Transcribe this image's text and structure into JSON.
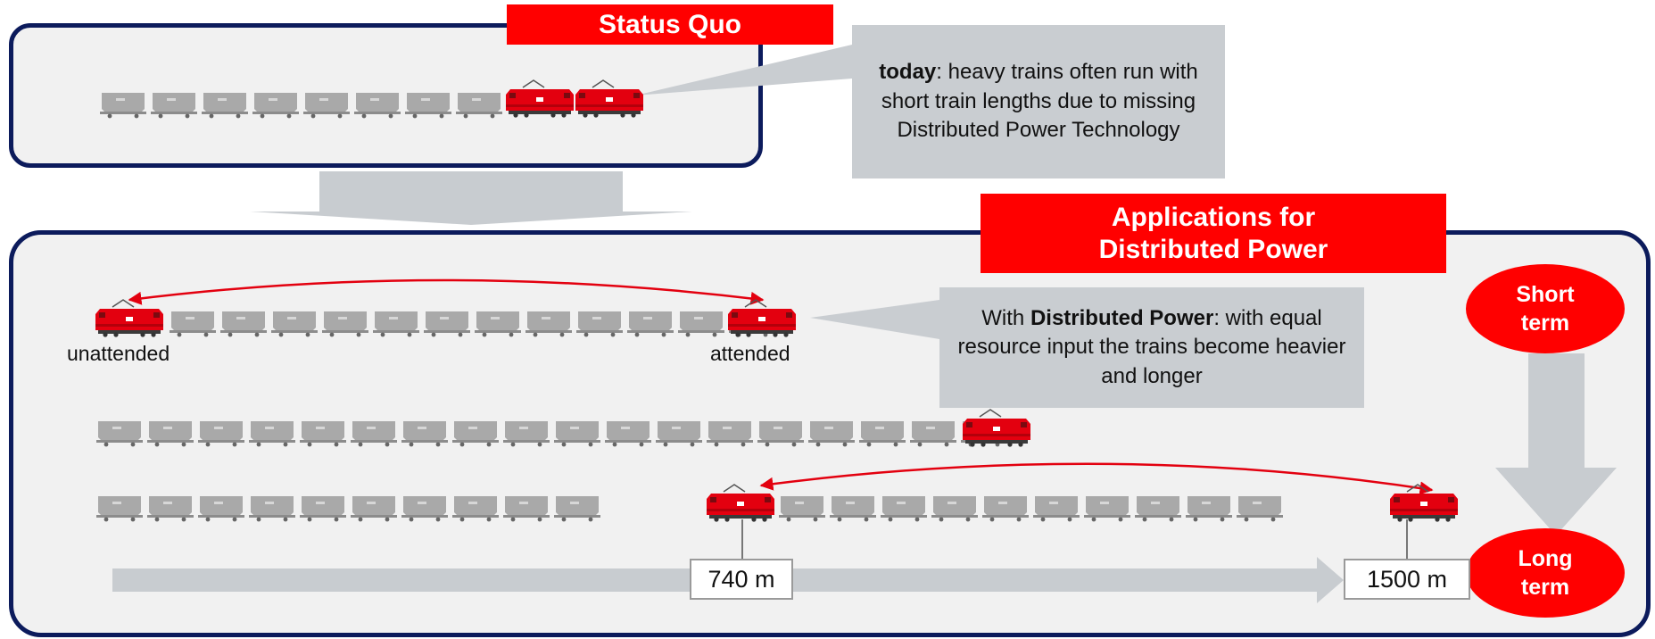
{
  "status_quo": {
    "title": "Status Quo",
    "callout_bold": "today",
    "callout_text": ": heavy trains often run with short train lengths due to missing Distributed Power Technology"
  },
  "applications": {
    "title_line1": "Applications for",
    "title_line2": "Distributed Power",
    "callout_prefix": "With ",
    "callout_bold": "Distributed Power",
    "callout_text": ": with equal resource input the trains become heavier and longer",
    "label_unattended": "unattended",
    "label_attended": "attended",
    "marker_740": "740 m",
    "marker_1500": "1500 m"
  },
  "timeline": {
    "short_term_line1": "Short",
    "short_term_line2": "term",
    "long_term_line1": "Long",
    "long_term_line2": "term"
  },
  "colors": {
    "loco": "#e3000f",
    "banner": "#ff0000",
    "panel_border": "#0c1b5c",
    "wagon": "#a9a9a9",
    "arrow": "#c8ccd0"
  },
  "icons": {
    "locomotive": "red-locomotive-icon",
    "wagon": "grey-hopper-wagon-icon"
  }
}
